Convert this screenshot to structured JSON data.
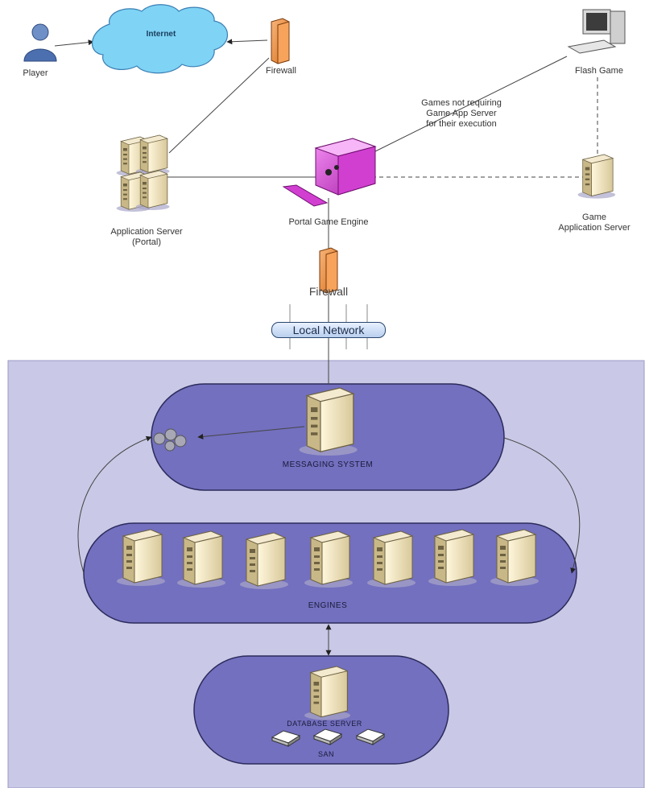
{
  "nodes": {
    "player": "Player",
    "internet": "Internet",
    "firewall_top": "Firewall",
    "flash_game": "Flash Game",
    "note": [
      "Games not requiring",
      "Game App Server",
      "for their execution"
    ],
    "app_server": [
      "Application Server",
      "(Portal)"
    ],
    "portal_engine": "Portal Game Engine",
    "game_app_server": [
      "Game",
      "Application Server"
    ],
    "firewall_mid": "Firewall",
    "local_network": "Local Network",
    "messaging": "MESSAGING SYSTEM",
    "engines": "ENGINES",
    "db_server": "DATABASE SERVER",
    "san": "SAN"
  },
  "colors": {
    "panel": "#c9c8e6",
    "capsule": "#7370bf",
    "capsule_border": "#2c2b5c",
    "cloud": "#7fd3f5",
    "firewall": "#f29544",
    "server": "#e9ddb9",
    "magenta": "#d13fd1",
    "line": "#444444"
  },
  "icons": {
    "player": "user-icon",
    "firewall": "firewall-icon",
    "server": "server-tower-icon",
    "computer": "desktop-computer-icon",
    "gear": "gears-icon",
    "disk": "disk-icon"
  }
}
